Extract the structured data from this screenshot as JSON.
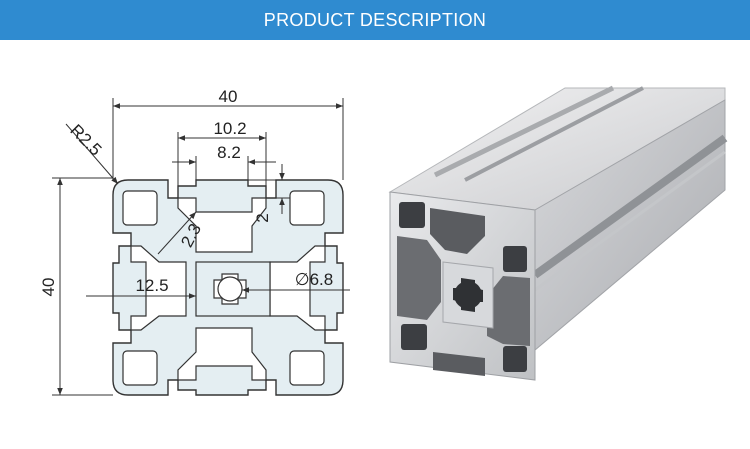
{
  "banner": {
    "title": "PRODUCT DESCRIPTION"
  },
  "drawing": {
    "labels": {
      "width": "40",
      "height": "40",
      "slot_width": "10.2",
      "slot_opening": "8.2",
      "corner_radius": "R2.5",
      "wall_thickness": "2.3",
      "slot_depth": "2",
      "offset": "12.5",
      "bore": "∅6.8"
    }
  },
  "colors": {
    "banner": "#2f8bd0",
    "profile_fill": "#e4eef2",
    "line": "#333333"
  }
}
